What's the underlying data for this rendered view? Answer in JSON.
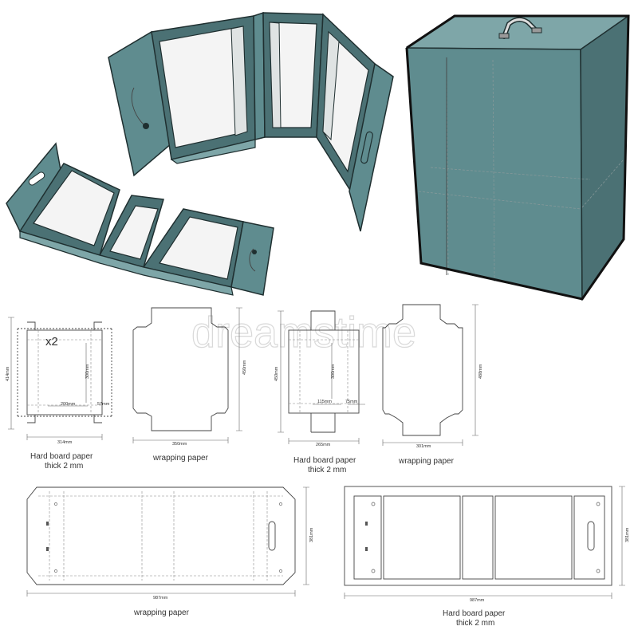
{
  "watermark": "dreamstime",
  "template_labels": {
    "left_hardboard": {
      "line1": "Hard board paper",
      "line2": "thick 2 mm"
    },
    "left_wrapping": "wrapping paper",
    "mid_hardboard": {
      "line1": "Hard board paper",
      "line2": "thick 2 mm"
    },
    "mid_wrapping": "wrapping paper",
    "bottom_wrapping": "wrapping paper",
    "bottom_hardboard": {
      "line1": "Hard board paper",
      "line2": "thick 2 mm"
    }
  },
  "dimensions": {
    "t1_height": "414mm",
    "t1_inner_height": "300mm",
    "t1_inner_width": "200mm",
    "t1_side": "57mm",
    "t1_width": "314mm",
    "t1_count": "x2",
    "t2_height": "450mm",
    "t2_width": "350mm",
    "t3_height": "450mm",
    "t3_inner_height": "300mm",
    "t3_inner_width": "115mm",
    "t3_side": "75mm",
    "t3_width": "265mm",
    "t4_height": "488mm",
    "t4_width": "301mm",
    "t5_height": "381mm",
    "t5_width": "987mm",
    "t6_height": "381mm",
    "t6_width": "987mm"
  }
}
